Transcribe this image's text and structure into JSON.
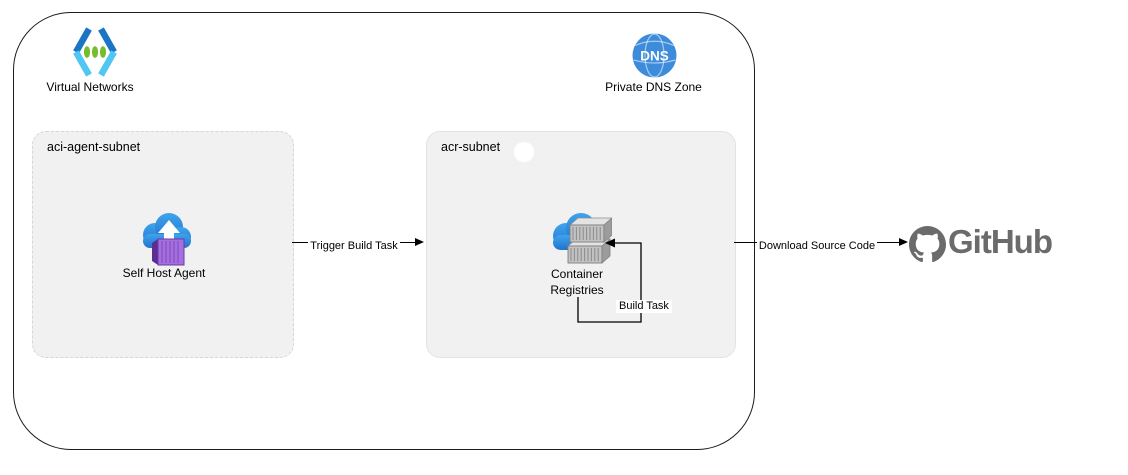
{
  "diagram": {
    "vnet": {
      "label": "Virtual Networks"
    },
    "dns": {
      "icon_text": "DNS",
      "label": "Private DNS Zone"
    },
    "subnets": [
      {
        "label": "aci-agent-subnet",
        "resource": {
          "label": "Self Host Agent",
          "icon": "container-instances-icon"
        }
      },
      {
        "label": "acr-subnet",
        "resource": {
          "label_line1": "Container",
          "label_line2": "Registries",
          "icon": "container-registries-icon"
        }
      }
    ],
    "arrows": [
      {
        "id": "trigger-build-task",
        "label": "Trigger Build Task",
        "direction": "left-subnet-to-right-subnet"
      },
      {
        "id": "download-source-code",
        "label": "Download Source Code",
        "direction": "vnet-to-github"
      },
      {
        "id": "build-task",
        "label": "Build Task",
        "direction": "self-loop-on-container-registries"
      }
    ],
    "github": {
      "label": "GitHub"
    },
    "icons": {
      "virtual-networks-icon": "azure-virtual-network-chevrons",
      "private-dns-zone-icon": "blue-globe-dns",
      "self-host-agent-icon": "blue-cloud-up-arrow-purple-container",
      "container-registries-icon": "blue-cloud-gray-shipping-containers",
      "github-icon": "octocat-mark"
    },
    "colors": {
      "azure_cloud_blue_top": "#3EA4EC",
      "azure_cloud_blue_bottom": "#2272CE",
      "vnet_chevron_dark": "#1B74C4",
      "vnet_chevron_light": "#4FC7F2",
      "vnet_dot_green": "#76BC2D",
      "dns_blue": "#3D8CDB",
      "aci_purple_dark": "#5C2E91",
      "aci_purple_light": "#A470E0",
      "registry_gray": "#C2C2C2",
      "github_gray": "#6B6B6B",
      "subnet_fill": "#F1F1F1",
      "subnet_border": "#D6D6D6",
      "line_black": "#000000"
    }
  }
}
